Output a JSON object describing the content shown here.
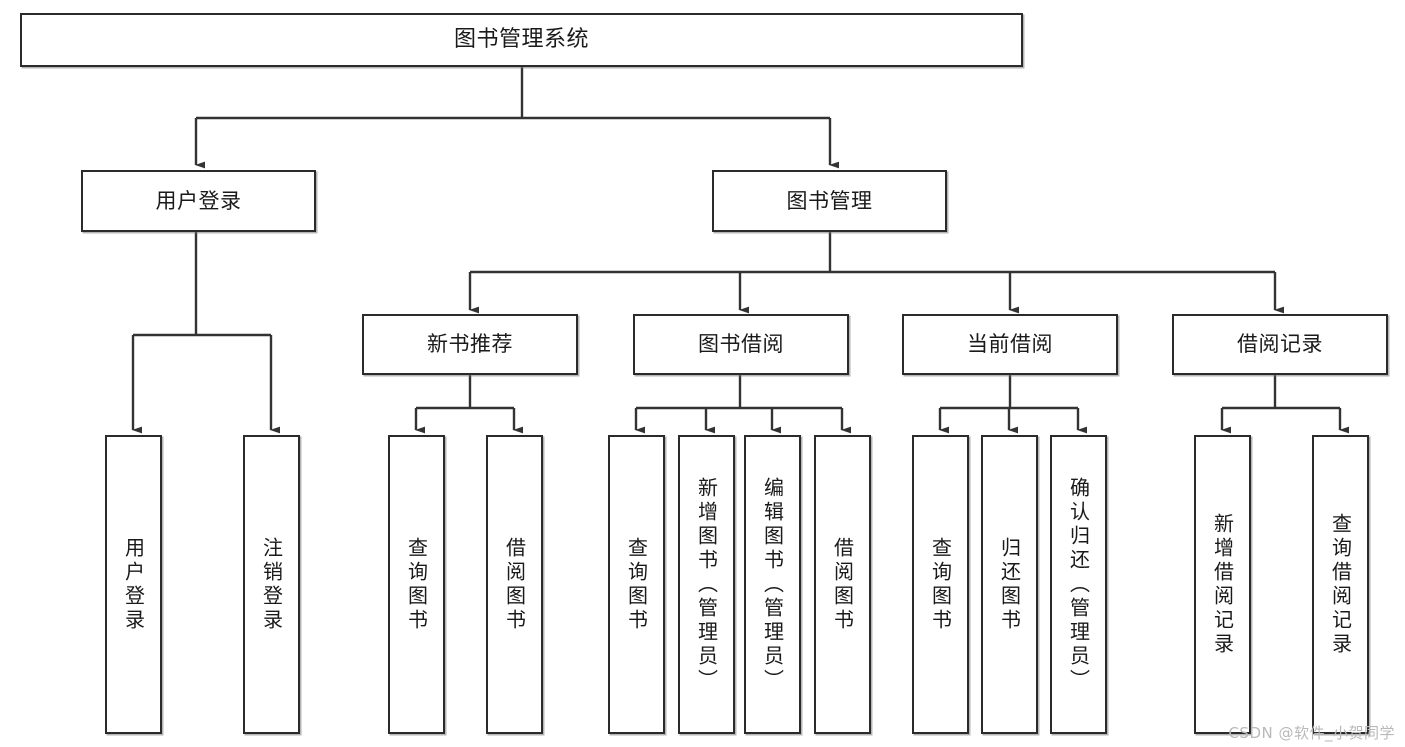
{
  "diagram": {
    "type": "tree",
    "title": "图书管理系统",
    "root": {
      "id": "root",
      "label": "图书管理系统"
    },
    "level2": [
      {
        "id": "user-login",
        "label": "用户登录"
      },
      {
        "id": "book-manage",
        "label": "图书管理"
      }
    ],
    "level3": [
      {
        "id": "new-book-recommend",
        "label": "新书推荐",
        "parent": "book-manage"
      },
      {
        "id": "book-borrow",
        "label": "图书借阅",
        "parent": "book-manage"
      },
      {
        "id": "current-borrow",
        "label": "当前借阅",
        "parent": "book-manage"
      },
      {
        "id": "borrow-record",
        "label": "借阅记录",
        "parent": "book-manage"
      }
    ],
    "leaves": [
      {
        "id": "leaf-user-login",
        "label": "用户登录",
        "parent": "user-login"
      },
      {
        "id": "leaf-user-logout",
        "label": "注销登录",
        "parent": "user-login"
      },
      {
        "id": "leaf-query-book-1",
        "label": "查询图书",
        "parent": "new-book-recommend"
      },
      {
        "id": "leaf-borrow-book-1",
        "label": "借阅图书",
        "parent": "new-book-recommend"
      },
      {
        "id": "leaf-query-book-2",
        "label": "查询图书",
        "parent": "book-borrow"
      },
      {
        "id": "leaf-add-book",
        "label": "新增图书（管理员）",
        "parent": "book-borrow"
      },
      {
        "id": "leaf-edit-book",
        "label": "编辑图书（管理员）",
        "parent": "book-borrow"
      },
      {
        "id": "leaf-borrow-book-2",
        "label": "借阅图书",
        "parent": "book-borrow"
      },
      {
        "id": "leaf-query-book-3",
        "label": "查询图书",
        "parent": "current-borrow"
      },
      {
        "id": "leaf-return-book",
        "label": "归还图书",
        "parent": "current-borrow"
      },
      {
        "id": "leaf-confirm-return",
        "label": "确认归还（管理员）",
        "parent": "current-borrow"
      },
      {
        "id": "leaf-add-record",
        "label": "新增借阅记录",
        "parent": "borrow-record"
      },
      {
        "id": "leaf-query-record",
        "label": "查询借阅记录",
        "parent": "borrow-record"
      }
    ]
  },
  "watermark": {
    "text": "CSDN @软件_小贺同学"
  },
  "colors": {
    "box_border": "#2b2b2b",
    "box_fill": "#ffffff",
    "connector": "#333333",
    "text": "#1a1a1a",
    "watermark": "#b9b9b9",
    "background": "#ffffff"
  }
}
